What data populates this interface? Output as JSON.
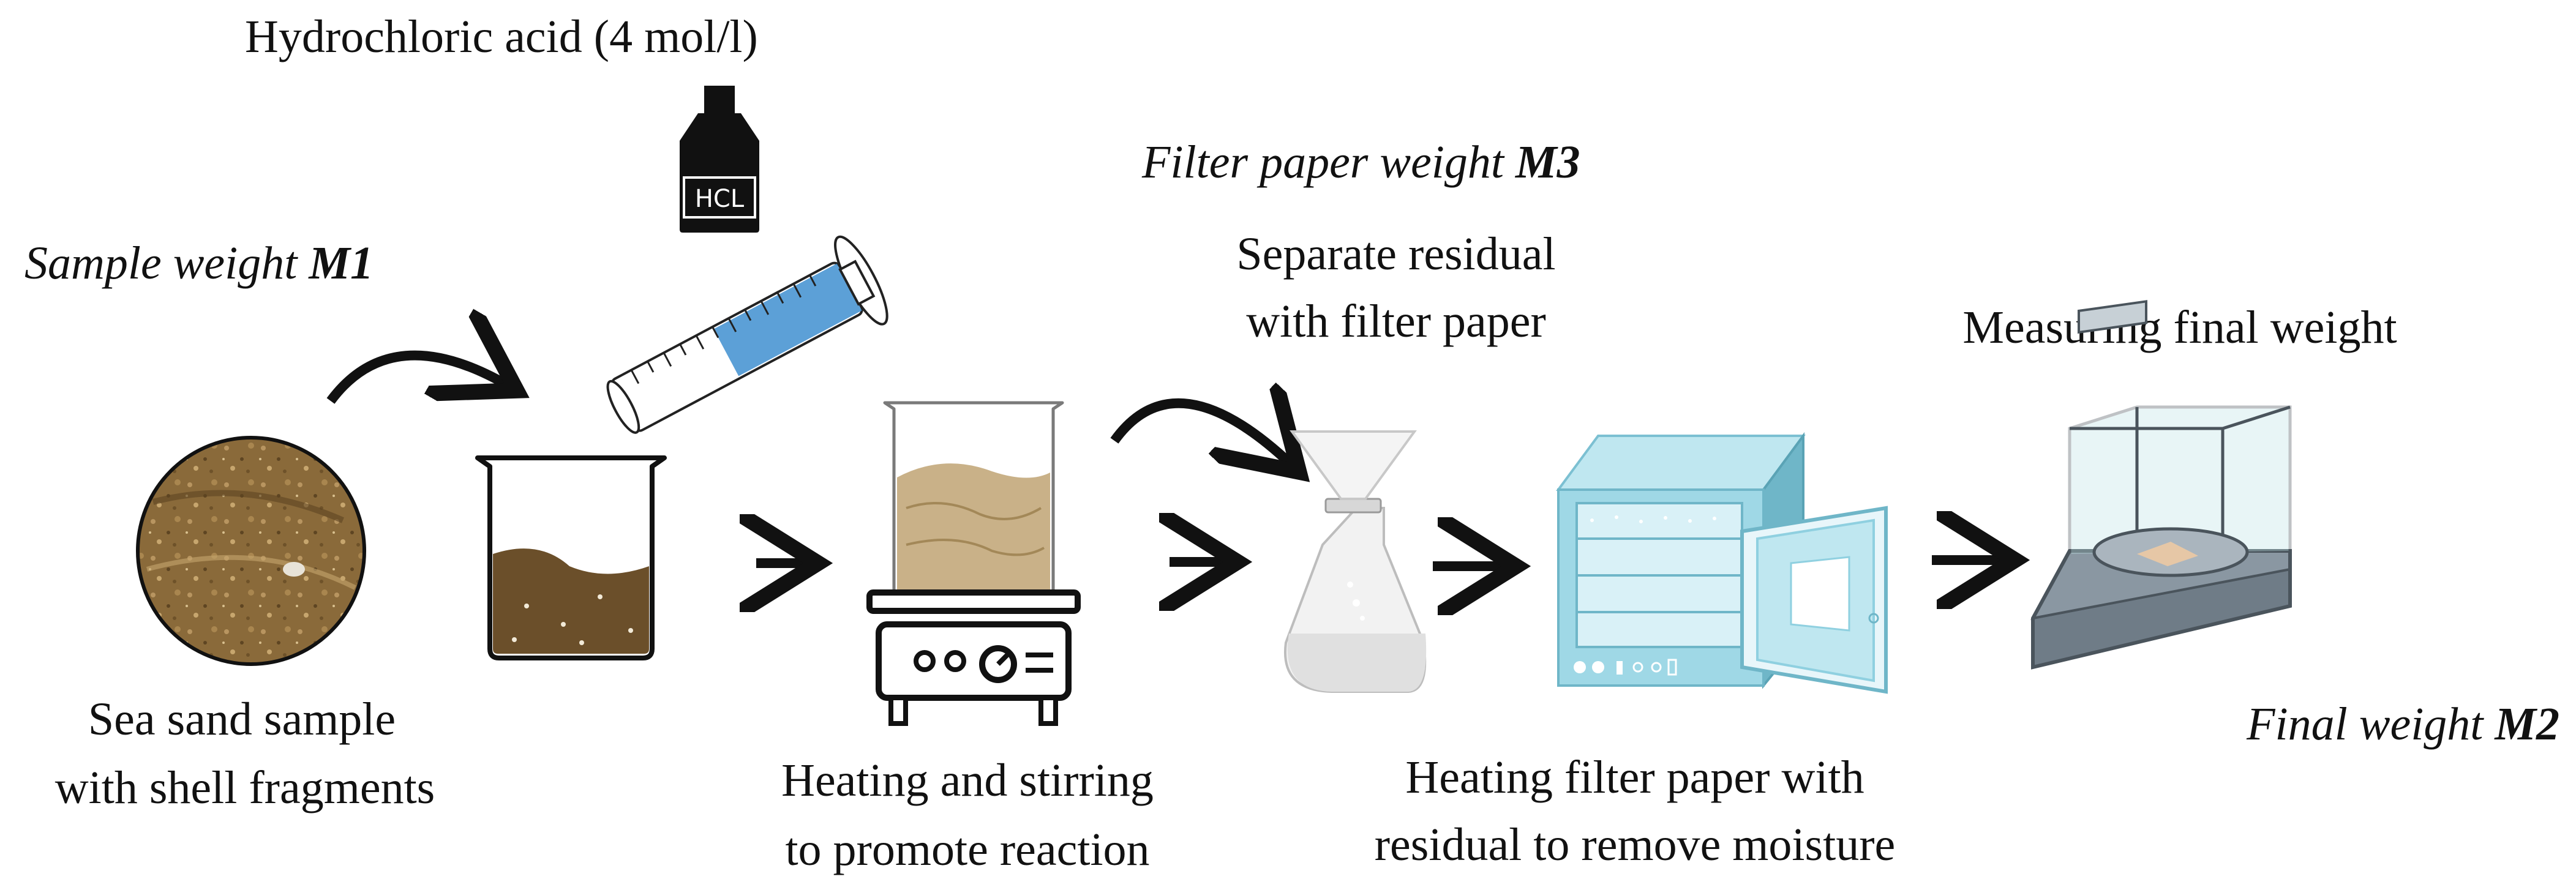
{
  "labels": {
    "hcl_title": "Hydrochloric acid (4 mol/l)",
    "hcl_bottle_text": "HCL",
    "sample_weight_prefix": "Sample weight ",
    "sample_weight_var": "M1",
    "filter_weight_prefix": "Filter paper weight ",
    "filter_weight_var": "M3",
    "final_weight_prefix": "Final weight ",
    "final_weight_var": "M2",
    "sample_line1": "Sea sand sample",
    "sample_line2": "with shell fragments",
    "heating_line1": "Heating  and stirring",
    "heating_line2": "to promote reaction",
    "separate_line1": "Separate residual",
    "separate_line2": "with filter paper",
    "oven_line1": "Heating  filter paper with",
    "oven_line2": "residual to remove moisture",
    "measuring": "Measuring final weight"
  },
  "colors": {
    "sand": "#8a6a3a",
    "sediment": "#6b4f2a",
    "liquid_blue": "#3f8fd0",
    "oven_blue": "#8fd0e0",
    "balance_gray": "#7d8a95",
    "arrow": "#111111"
  }
}
